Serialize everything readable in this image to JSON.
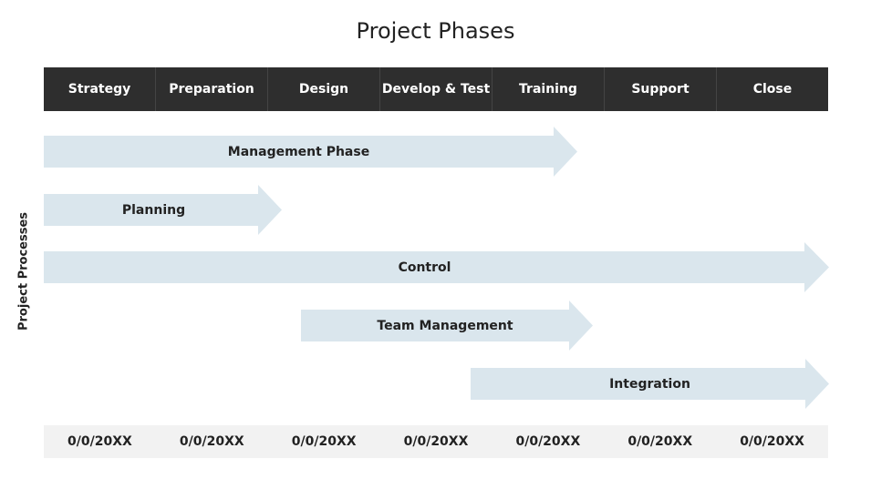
{
  "title": "Project Phases",
  "phases": [
    "Strategy",
    "Preparation",
    "Design",
    "Develop & Test",
    "Training",
    "Support",
    "Close"
  ],
  "y_label": "Project Processes",
  "processes": [
    {
      "label": "Management Phase",
      "start_phase": "Strategy",
      "end_phase": "Training"
    },
    {
      "label": "Planning",
      "start_phase": "Strategy",
      "end_phase": "Preparation"
    },
    {
      "label": "Control",
      "start_phase": "Strategy",
      "end_phase": "Close"
    },
    {
      "label": "Team Management",
      "start_phase": "Design",
      "end_phase": "Training"
    },
    {
      "label": "Integration",
      "start_phase": "Develop & Test",
      "end_phase": "Close"
    }
  ],
  "dates": [
    "0/0/20XX",
    "0/0/20XX",
    "0/0/20XX",
    "0/0/20XX",
    "0/0/20XX",
    "0/0/20XX",
    "0/0/20XX"
  ],
  "colors": {
    "header": "#2e2e2e",
    "arrow": "#dae6ed",
    "footer": "#f2f2f2"
  }
}
